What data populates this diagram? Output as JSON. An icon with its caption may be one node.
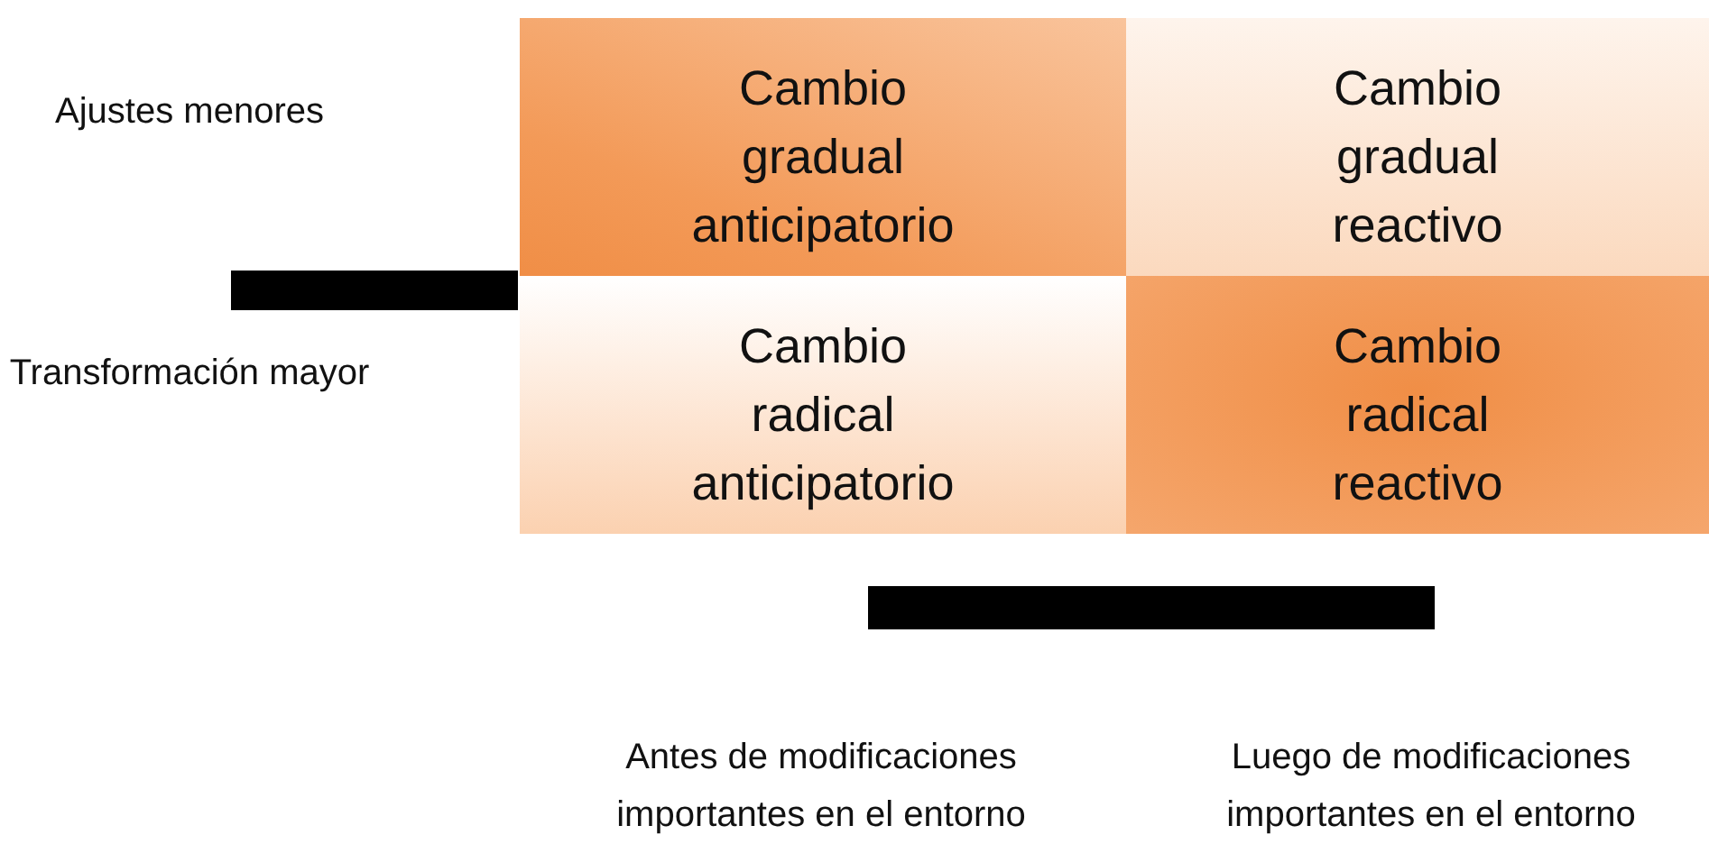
{
  "diagram": {
    "nodes": [
      {
        "text": [
          "Cambio gradual anticipatorio"
        ]
      },
      {
        "text": [
          "Cambio gradual reactivo"
        ]
      },
      {
        "text": [
          "Cambio radical anticipatorio"
        ]
      },
      {
        "text": [
          "Cambio radical reactivo"
        ]
      }
    ],
    "labels": [
      "Ajustes menores",
      "Transformación mayor",
      "Antes de modificaciones importantes en el entorno",
      "Luego de modificaciones importantes en el entorno"
    ]
  }
}
